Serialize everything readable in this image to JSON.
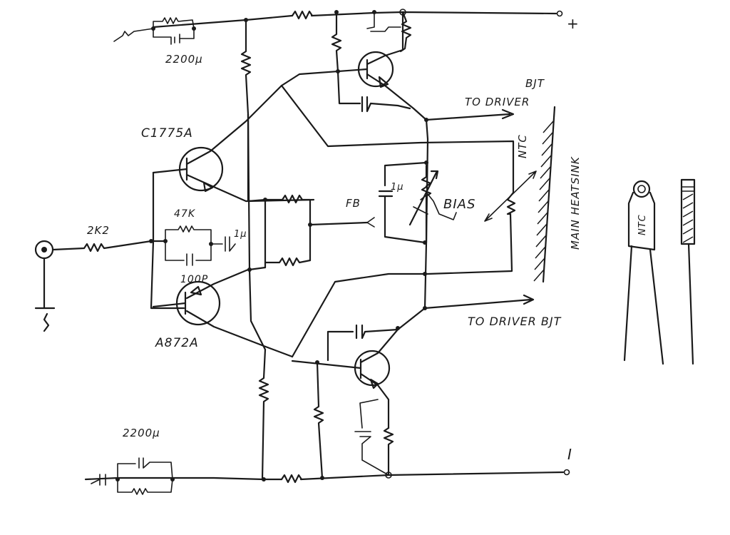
{
  "labels": {
    "plus": "+",
    "minus": "I",
    "cap_top": "2200μ",
    "cap_bottom": "2200μ",
    "q_top": "C1775A",
    "q_bottom": "A872A",
    "r_in": "2K2",
    "r_fb": "47K",
    "cap_fb": "100P",
    "cap_1u": "1μ",
    "cap_sm": "1μ",
    "fb": "FB",
    "bias": "BIAS",
    "ntc_a": "NTC",
    "ntc_b": "NTC",
    "driver_top_line1": "BJT",
    "driver_top_line2": "TO DRIVER",
    "driver_bottom": "TO DRIVER BJT",
    "heatsink": "MAIN HEATSINK"
  }
}
